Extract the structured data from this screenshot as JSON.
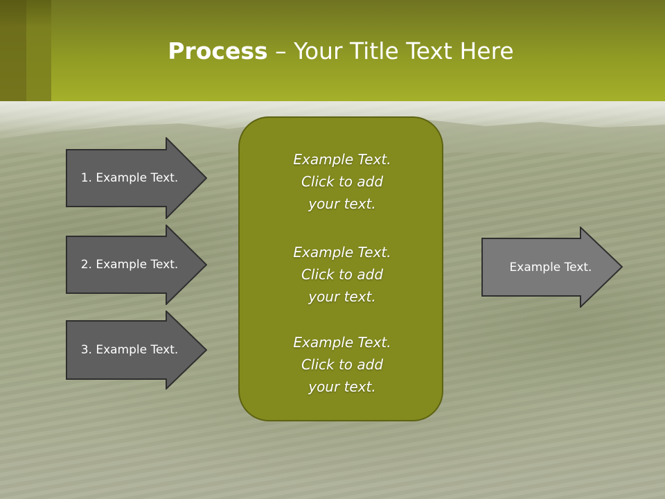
{
  "slide": {
    "title_bold": "Process",
    "title_rest": " – Your Title Text Here"
  },
  "left_arrows": [
    {
      "label": "1. Example Text."
    },
    {
      "label": "2. Example Text."
    },
    {
      "label": "3. Example Text."
    }
  ],
  "center_box": {
    "paragraphs": [
      {
        "line1": "Example Text.",
        "line2": "Click  to add",
        "line3": "your text."
      },
      {
        "line1": "Example Text.",
        "line2": "Click  to add",
        "line3": "your text."
      },
      {
        "line1": "Example Text.",
        "line2": "Click  to add",
        "line3": "your text."
      }
    ]
  },
  "right_arrow": {
    "label": "Example Text."
  },
  "colors": {
    "header": "#9aa426",
    "center_box": "#838b1e",
    "arrow_dark": "#5f5f5f",
    "arrow_light": "#7a7a7a",
    "text": "#ffffff"
  }
}
